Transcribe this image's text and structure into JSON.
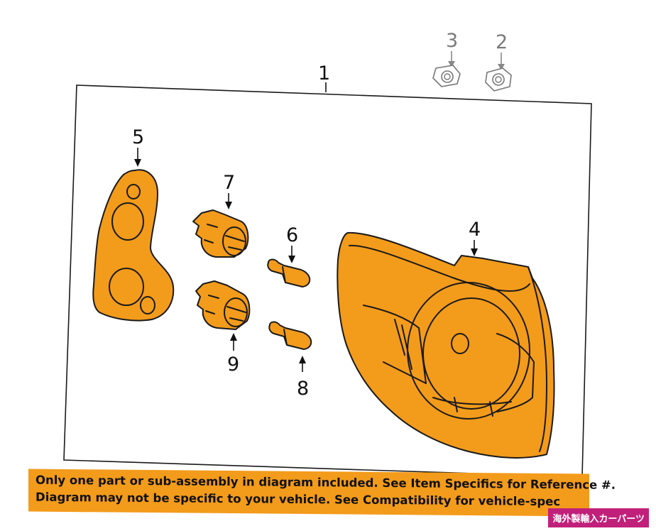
{
  "callouts": {
    "c1": "1",
    "c2": "2",
    "c3": "3",
    "c4": "4",
    "c5": "5",
    "c6": "6",
    "c7": "7",
    "c8": "8",
    "c9": "9"
  },
  "disclaimer": {
    "line1": "Only one part or sub-assembly in diagram included. See Item Specifics for Reference #.",
    "line2": "Diagram may not be specific to your vehicle. See Compatibility for vehicle-spec"
  },
  "badge": {
    "text": "海外製輸入カーパーツ"
  },
  "colors": {
    "part_fill": "#f39b1b",
    "badge_bg": "#c1207a",
    "stroke": "#1a1a1a"
  }
}
